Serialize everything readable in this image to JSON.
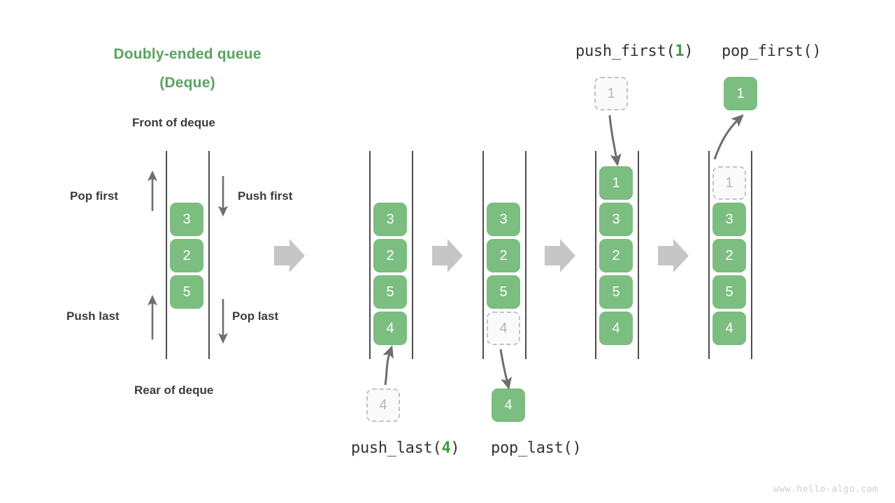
{
  "title": {
    "line1": "Doubly-ended queue",
    "line2": "(Deque)",
    "color": "#5aa35f"
  },
  "labels": {
    "front": "Front of deque",
    "rear": "Rear of deque",
    "pop_first": "Pop first",
    "push_first": "Push first",
    "push_last": "Push last",
    "pop_last": "Pop last"
  },
  "operations": {
    "push_first": {
      "name": "push_first(",
      "arg": "1",
      "close": ")"
    },
    "pop_first": {
      "text": "pop_first()"
    },
    "push_last": {
      "name": "push_last(",
      "arg": "4",
      "close": ")"
    },
    "pop_last": {
      "text": "pop_last()"
    }
  },
  "colors": {
    "node_fill": "#7cbd80",
    "node_text": "#ffffff",
    "ghost_fill": "#fafafa",
    "ghost_border": "#c3c3c3",
    "ghost_text": "#b6b6b6",
    "rail": "#4d4d4d",
    "arrow": "#6e6e6e",
    "block_arrow": "#c6c6c6",
    "accent": "#5aa35f"
  },
  "columns": [
    {
      "id": "deque-initial",
      "nodes": [
        {
          "value": "3",
          "state": "filled"
        },
        {
          "value": "2",
          "state": "filled"
        },
        {
          "value": "5",
          "state": "filled"
        }
      ]
    },
    {
      "id": "deque-after-push-last",
      "nodes": [
        {
          "value": "3",
          "state": "filled"
        },
        {
          "value": "2",
          "state": "filled"
        },
        {
          "value": "5",
          "state": "filled"
        },
        {
          "value": "4",
          "state": "filled"
        }
      ],
      "incoming": {
        "value": "4",
        "state": "ghost"
      }
    },
    {
      "id": "deque-after-pop-last",
      "nodes": [
        {
          "value": "3",
          "state": "filled"
        },
        {
          "value": "2",
          "state": "filled"
        },
        {
          "value": "5",
          "state": "filled"
        },
        {
          "value": "4",
          "state": "ghost"
        }
      ],
      "outgoing": {
        "value": "4",
        "state": "filled"
      }
    },
    {
      "id": "deque-after-push-first",
      "nodes": [
        {
          "value": "1",
          "state": "filled"
        },
        {
          "value": "3",
          "state": "filled"
        },
        {
          "value": "2",
          "state": "filled"
        },
        {
          "value": "5",
          "state": "filled"
        },
        {
          "value": "4",
          "state": "filled"
        }
      ],
      "incoming": {
        "value": "1",
        "state": "ghost"
      }
    },
    {
      "id": "deque-after-pop-first",
      "nodes": [
        {
          "value": "1",
          "state": "ghost"
        },
        {
          "value": "3",
          "state": "filled"
        },
        {
          "value": "2",
          "state": "filled"
        },
        {
          "value": "5",
          "state": "filled"
        },
        {
          "value": "4",
          "state": "filled"
        }
      ],
      "outgoing": {
        "value": "1",
        "state": "filled"
      }
    }
  ],
  "watermark": "www.hello-algo.com"
}
